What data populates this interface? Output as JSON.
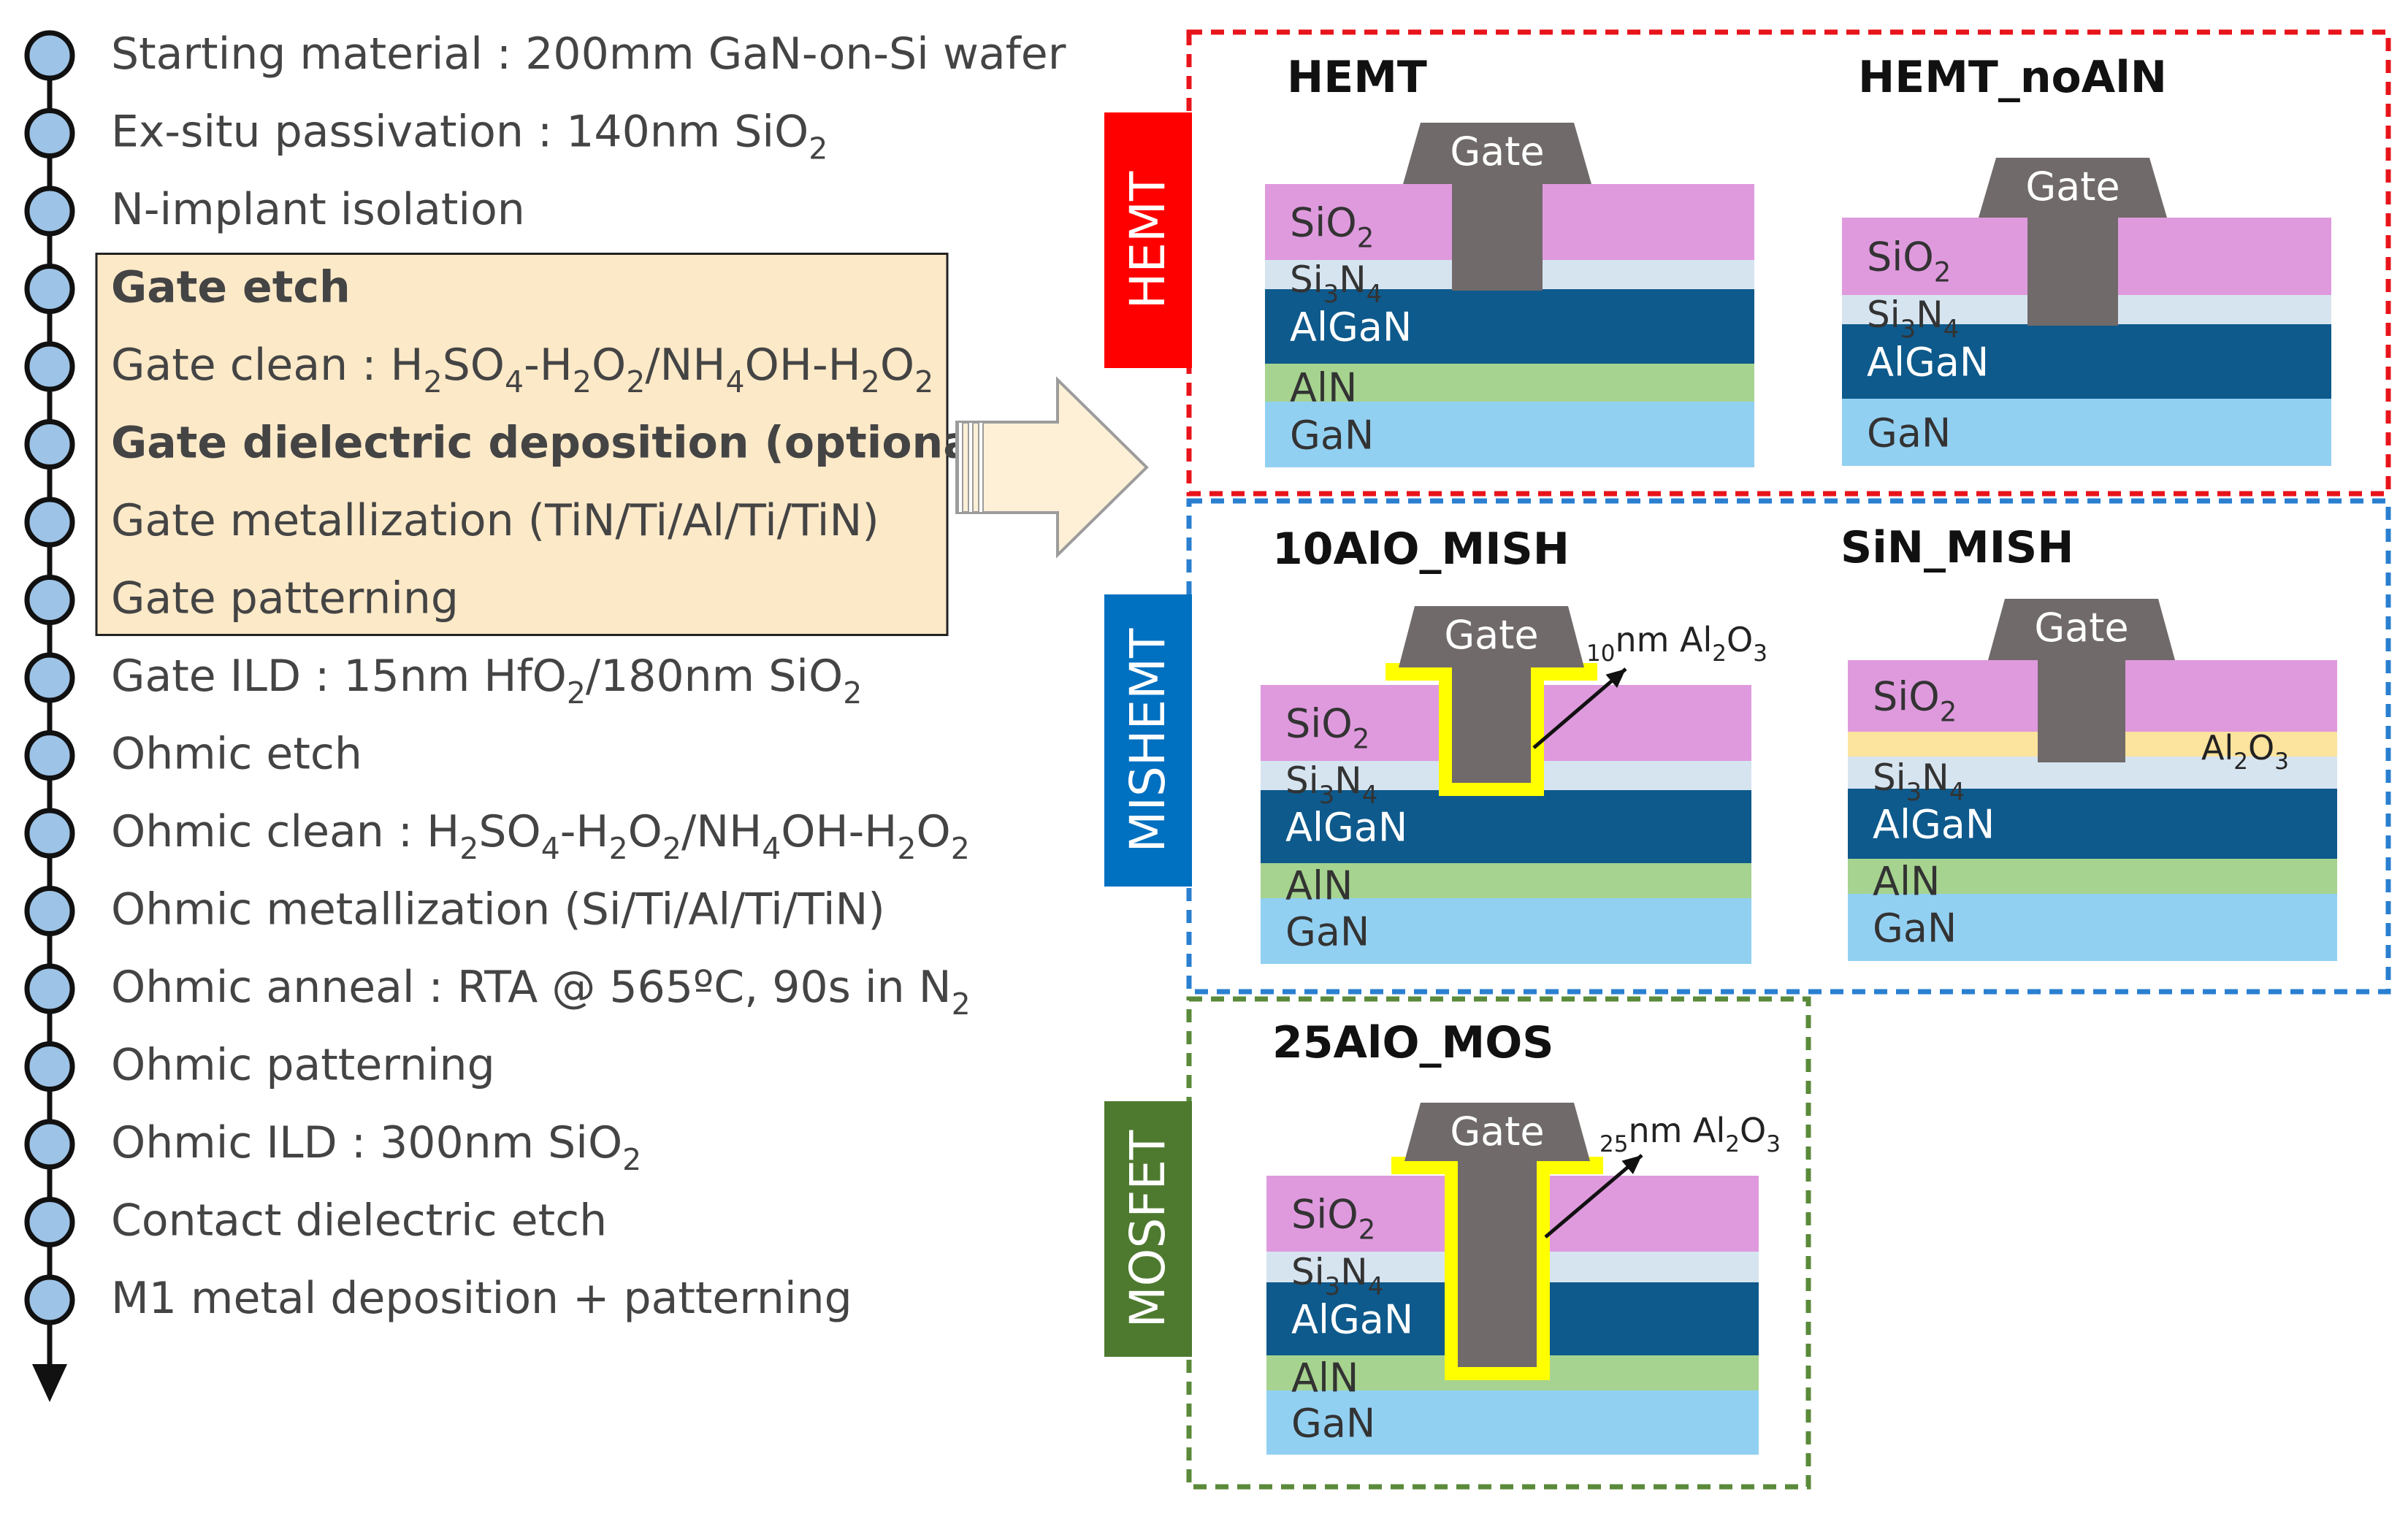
{
  "process_flow": {
    "steps": [
      {
        "parts": [
          [
            "Starting material : 200mm GaN-on-Si wafer"
          ]
        ]
      },
      {
        "parts": [
          [
            "Ex-situ passivation : 140nm SiO"
          ],
          [
            "2",
            "sub"
          ]
        ]
      },
      {
        "parts": [
          [
            "N-implant isolation"
          ]
        ]
      },
      {
        "parts": [
          [
            "Gate etch",
            "bold"
          ]
        ]
      },
      {
        "parts": [
          [
            "Gate clean : H"
          ],
          [
            "2",
            "sub"
          ],
          [
            "SO"
          ],
          [
            "4",
            "sub"
          ],
          [
            "-H"
          ],
          [
            "2",
            "sub"
          ],
          [
            "O"
          ],
          [
            "2",
            "sub"
          ],
          [
            "/NH"
          ],
          [
            "4",
            "sub"
          ],
          [
            "OH-H"
          ],
          [
            "2",
            "sub"
          ],
          [
            "O"
          ],
          [
            "2",
            "sub"
          ]
        ]
      },
      {
        "parts": [
          [
            "Gate dielectric deposition (optional)",
            "bold"
          ]
        ]
      },
      {
        "parts": [
          [
            "Gate metallization (TiN/Ti/Al/Ti/TiN)"
          ]
        ]
      },
      {
        "parts": [
          [
            "Gate patterning"
          ]
        ]
      },
      {
        "parts": [
          [
            "Gate ILD : 15nm HfO"
          ],
          [
            "2",
            "sub"
          ],
          [
            "/180nm SiO"
          ],
          [
            "2",
            "sub"
          ]
        ]
      },
      {
        "parts": [
          [
            "Ohmic etch"
          ]
        ]
      },
      {
        "parts": [
          [
            "Ohmic clean : H"
          ],
          [
            "2",
            "sub"
          ],
          [
            "SO"
          ],
          [
            "4",
            "sub"
          ],
          [
            "-H"
          ],
          [
            "2",
            "sub"
          ],
          [
            "O"
          ],
          [
            "2",
            "sub"
          ],
          [
            "/NH"
          ],
          [
            "4",
            "sub"
          ],
          [
            "OH-H"
          ],
          [
            "2",
            "sub"
          ],
          [
            "O"
          ],
          [
            "2",
            "sub"
          ]
        ]
      },
      {
        "parts": [
          [
            "Ohmic metallization (Si/Ti/Al/Ti/TiN)"
          ]
        ]
      },
      {
        "parts": [
          [
            "Ohmic anneal : RTA @ 565ºC, 90s in N"
          ],
          [
            "2",
            "sub"
          ]
        ]
      },
      {
        "parts": [
          [
            "Ohmic patterning"
          ]
        ]
      },
      {
        "parts": [
          [
            "Ohmic ILD : 300nm SiO"
          ],
          [
            "2",
            "sub"
          ]
        ]
      },
      {
        "parts": [
          [
            "Contact dielectric etch"
          ]
        ]
      },
      {
        "parts": [
          [
            "M1 metal deposition +  patterning"
          ]
        ]
      }
    ],
    "highlighted_step_range": [
      3,
      7
    ]
  },
  "groups": [
    {
      "label": "HEMT",
      "color": "#ff0000",
      "border_color": "#e8141c"
    },
    {
      "label": "MISHEMT",
      "color": "#0070c0",
      "border_color": "#2a7fd0"
    },
    {
      "label": "MOSFET",
      "color": "#4e7a30",
      "border_color": "#5a8a3a"
    }
  ],
  "devices": [
    {
      "title": "HEMT",
      "gate": "Gate",
      "layers": [
        "SiO2",
        "Si3N4",
        "AlGaN",
        "AlN",
        "GaN"
      ],
      "oxide_label": ""
    },
    {
      "title": "HEMT_noAlN",
      "gate": "Gate",
      "layers": [
        "SiO2",
        "Si3N4",
        "AlGaN",
        "GaN"
      ],
      "oxide_label": ""
    },
    {
      "title": "10AlO_MISH",
      "gate": "Gate",
      "layers": [
        "SiO2",
        "Si3N4",
        "AlGaN",
        "AlN",
        "GaN"
      ],
      "oxide_label": "10nm Al2O3"
    },
    {
      "title": "SiN_MISH",
      "gate": "Gate",
      "layers": [
        "SiO2",
        "Al2O3",
        "Si3N4",
        "AlGaN",
        "AlN",
        "GaN"
      ],
      "oxide_label": "Al2O3"
    },
    {
      "title": "25AlO_MOS",
      "gate": "Gate",
      "layers": [
        "SiO2",
        "Si3N4",
        "AlGaN",
        "AlN",
        "GaN"
      ],
      "oxide_label": "25nm Al2O3"
    }
  ],
  "colors": {
    "sio2": "#df9ade",
    "si3n4": "#d6e4f0",
    "algan": "#0e5a8c",
    "aln": "#a6d38f",
    "gan": "#92d0f2",
    "gate_metal": "#706a6a",
    "al2o3_liner": "#ffff00",
    "al2o3_layer": "#fce39e",
    "highlight_box": "#fce9c8",
    "timeline_node": "#9dc3e6"
  }
}
